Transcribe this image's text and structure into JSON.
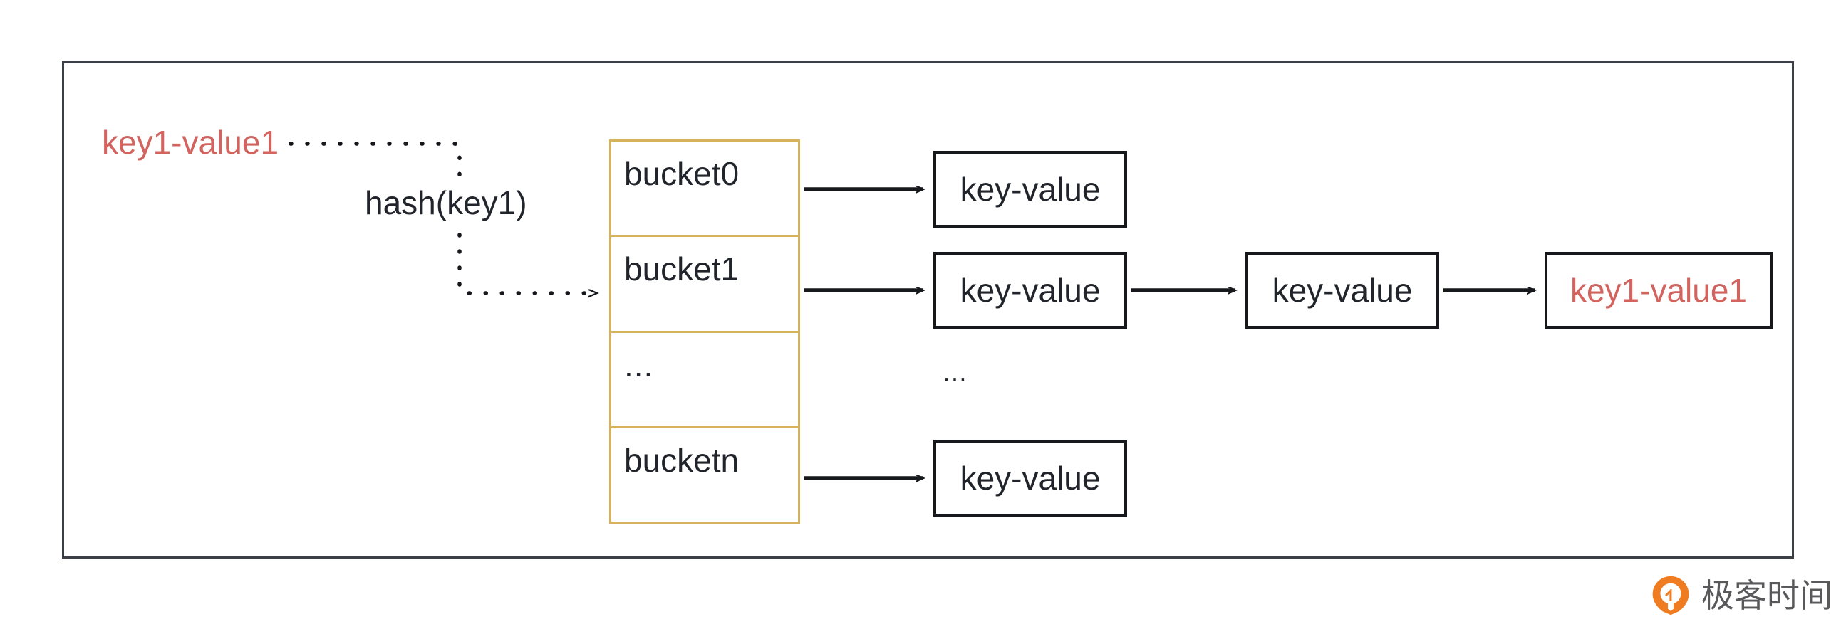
{
  "diagram": {
    "title": "hash-bucket-chaining",
    "colors": {
      "accent_orange": "#d6b25c",
      "highlight_red": "#d3635e",
      "frame_border": "#3b3f46",
      "node_border": "#16181c",
      "text": "#21252b",
      "watermark_orange": "#f07c22",
      "watermark_text": "#59595b"
    },
    "source_label": "key1-value1",
    "hash_label": "hash(key1)",
    "chain_ellipsis": "…",
    "bucket_table": {
      "rows": [
        {
          "label": "bucket0"
        },
        {
          "label": "bucket1"
        },
        {
          "label": "..."
        },
        {
          "label": "bucketn"
        }
      ]
    },
    "chains": [
      {
        "bucket": "bucket0",
        "nodes": [
          {
            "label": "key-value",
            "highlight": false
          }
        ]
      },
      {
        "bucket": "bucket1",
        "nodes": [
          {
            "label": "key-value",
            "highlight": false
          },
          {
            "label": "key-value",
            "highlight": false
          },
          {
            "label": "key1-value1",
            "highlight": true
          }
        ]
      },
      {
        "bucket": "bucketn",
        "nodes": [
          {
            "label": "key-value",
            "highlight": false
          }
        ]
      }
    ]
  },
  "watermark": {
    "text": "极客时间",
    "logo_icon": "geektime-logo-icon"
  }
}
